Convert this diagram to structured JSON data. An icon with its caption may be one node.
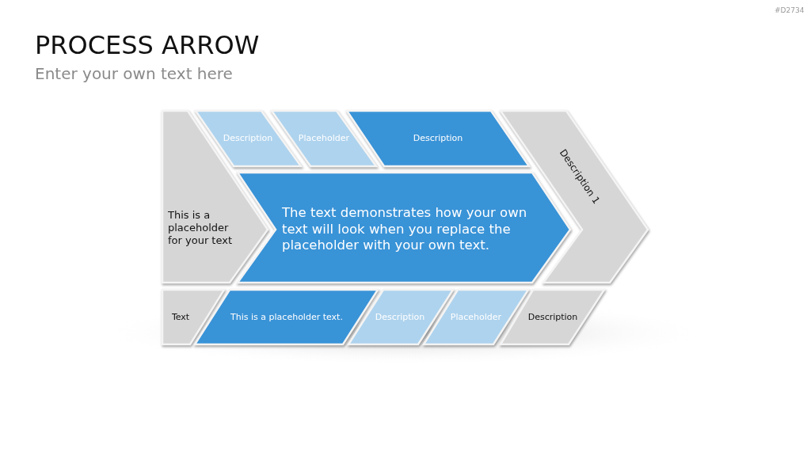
{
  "diagram": {
    "title": "PROCESS ARROW",
    "nodes": [
      {
        "text": [
          "This is a placeholder for your text"
        ]
      },
      {
        "text": [
          "Description"
        ]
      },
      {
        "text": [
          "Placeholder"
        ]
      },
      {
        "text": [
          "Description"
        ]
      },
      {
        "text": [
          "Description 1"
        ]
      },
      {
        "text": [
          "The text demonstrates how your own text will look when you replace the placeholder with your own text."
        ]
      },
      {
        "text": [
          "Text"
        ]
      },
      {
        "text": [
          "This is a placeholder text."
        ]
      },
      {
        "text": [
          "Description"
        ]
      },
      {
        "text": [
          "Placeholder"
        ]
      },
      {
        "text": [
          "Description"
        ]
      }
    ],
    "labels": [
      "Enter your own text here",
      "#D2734"
    ]
  }
}
